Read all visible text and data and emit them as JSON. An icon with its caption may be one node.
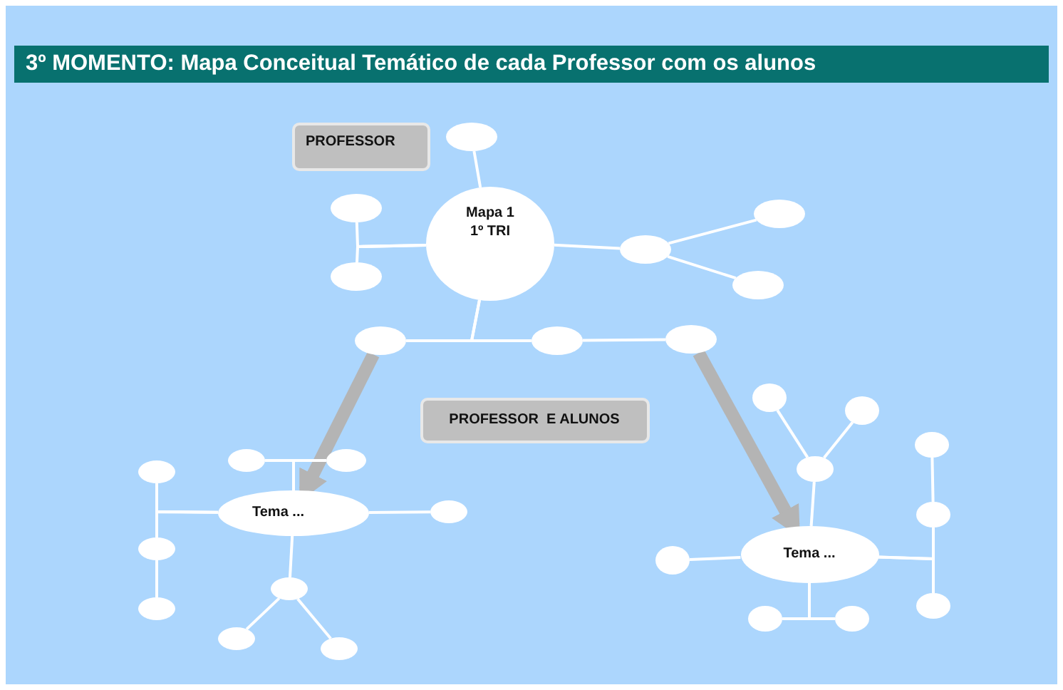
{
  "diagram": {
    "title": "3º MOMENTO: Mapa Conceitual Temático de cada Professor com os alunos",
    "nodes": [
      {
        "text": [
          "PROFESSOR"
        ]
      },
      {
        "text": [
          "Mapa 1 1º TRI"
        ]
      },
      {
        "text": [],
        "shape": "ellipse"
      },
      {
        "text": [],
        "shape": "ellipse"
      },
      {
        "text": [],
        "shape": "ellipse"
      },
      {
        "text": [],
        "shape": "ellipse"
      },
      {
        "text": [],
        "shape": "ellipse"
      },
      {
        "text": [],
        "shape": "ellipse"
      },
      {
        "text": [],
        "shape": "ellipse"
      },
      {
        "text": [],
        "shape": "ellipse"
      },
      {
        "text": [],
        "shape": "ellipse"
      },
      {
        "text": [
          "PROFESSOR  E ALUNOS"
        ]
      },
      {
        "text": [
          "Tema ..."
        ]
      },
      {
        "text": [],
        "shape": "ellipse"
      },
      {
        "text": [],
        "shape": "ellipse"
      },
      {
        "text": [],
        "shape": "ellipse"
      },
      {
        "text": [],
        "shape": "ellipse"
      },
      {
        "text": [],
        "shape": "ellipse"
      },
      {
        "text": [],
        "shape": "ellipse"
      },
      {
        "text": [],
        "shape": "ellipse"
      },
      {
        "text": [],
        "shape": "ellipse"
      },
      {
        "text": [],
        "shape": "ellipse"
      },
      {
        "text": [
          "Tema ..."
        ]
      },
      {
        "text": [],
        "shape": "ellipse"
      },
      {
        "text": [],
        "shape": "ellipse"
      },
      {
        "text": [],
        "shape": "ellipse"
      },
      {
        "text": [],
        "shape": "ellipse"
      },
      {
        "text": [],
        "shape": "ellipse"
      },
      {
        "text": [],
        "shape": "ellipse"
      },
      {
        "text": [],
        "shape": "ellipse"
      },
      {
        "text": [],
        "shape": "ellipse"
      },
      {
        "text": [],
        "shape": "ellipse"
      }
    ],
    "edges": [
      {
        "from": 1,
        "to": 2,
        "arrow": "none"
      },
      {
        "from": 1,
        "to": 3,
        "arrow": "none"
      },
      {
        "from": 1,
        "to": 4,
        "arrow": "none"
      },
      {
        "from": 1,
        "to": 5,
        "arrow": "none"
      },
      {
        "from": 5,
        "to": 6,
        "arrow": "none"
      },
      {
        "from": 5,
        "to": 7,
        "arrow": "none"
      },
      {
        "from": 1,
        "to": 8,
        "arrow": "none"
      },
      {
        "from": 1,
        "to": 9,
        "arrow": "none"
      },
      {
        "from": 9,
        "to": 10,
        "arrow": "none"
      },
      {
        "from": 8,
        "to": 12,
        "arrow": "to",
        "style": "thick",
        "color": "#b4b4b4"
      },
      {
        "from": 10,
        "to": 22,
        "arrow": "to",
        "style": "thick",
        "color": "#b4b4b4"
      },
      {
        "from": 12,
        "to": 13,
        "arrow": "none"
      },
      {
        "from": 12,
        "to": 14,
        "arrow": "none"
      },
      {
        "from": 12,
        "to": 15,
        "arrow": "none"
      },
      {
        "from": 12,
        "to": 16,
        "arrow": "none"
      },
      {
        "from": 12,
        "to": 17,
        "arrow": "none"
      },
      {
        "from": 17,
        "to": 18,
        "arrow": "none"
      },
      {
        "from": 12,
        "to": 19,
        "arrow": "none"
      },
      {
        "from": 19,
        "to": 20,
        "arrow": "none"
      },
      {
        "from": 19,
        "to": 21,
        "arrow": "none"
      },
      {
        "from": 22,
        "to": 23,
        "arrow": "none"
      },
      {
        "from": 23,
        "to": 24,
        "arrow": "none"
      },
      {
        "from": 23,
        "to": 25,
        "arrow": "none"
      },
      {
        "from": 22,
        "to": 26,
        "arrow": "none"
      },
      {
        "from": 22,
        "to": 28,
        "arrow": "none"
      },
      {
        "from": 22,
        "to": 29,
        "arrow": "none"
      },
      {
        "from": 28,
        "to": 27,
        "arrow": "none"
      },
      {
        "from": 22,
        "to": 30,
        "arrow": "none"
      },
      {
        "from": 22,
        "to": 31,
        "arrow": "none"
      }
    ]
  }
}
